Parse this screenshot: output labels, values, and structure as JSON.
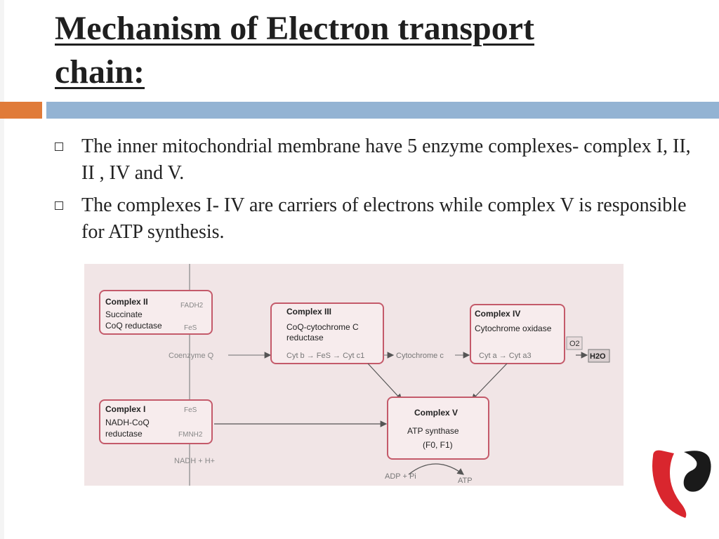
{
  "slide": {
    "title_line1": "Mechanism of Electron  transport",
    "title_line2": "chain:",
    "bullets": [
      "The inner mitochondrial membrane have 5 enzyme complexes- complex I, II, II , IV and V.",
      "The complexes I- IV are carriers of electrons while complex V is responsible for ATP synthesis."
    ],
    "colors": {
      "accent_orange": "#e07b39",
      "accent_blue": "#93b3d3",
      "box_border": "#c45a6a",
      "diagram_bg": "#f1e5e6"
    }
  },
  "diagram": {
    "complex2": {
      "title": "Complex II",
      "line1": "Succinate",
      "line2": "CoQ reductase"
    },
    "complex3": {
      "title": "Complex III",
      "line1": "CoQ-cytochrome C",
      "line2": "reductase"
    },
    "complex4": {
      "title": "Complex IV",
      "line1": "Cytochrome oxidase"
    },
    "complex1": {
      "title": "Complex I",
      "line1": "NADH-CoQ",
      "line2": "reductase"
    },
    "complex5": {
      "title": "Complex V",
      "line1": "ATP synthase",
      "line2": "(F0, F1)"
    },
    "chain": {
      "fadh2": "FADH2",
      "fes_top": "FeS",
      "coenzyme_q": "Coenzyme Q",
      "cyt_b_fes_cyt_c1": "Cyt b → FeS → Cyt c1",
      "cytochrome_c": "Cytochrome c",
      "cyt_a_a3": "Cyt a → Cyt a3",
      "o2": "O2",
      "h2o": "H2O",
      "fes_bottom": "FeS",
      "fmnh2": "FMNH2",
      "nadh_h": "NADH + H+",
      "adp_pi": "ADP + Pi",
      "atp": "ATP"
    }
  }
}
